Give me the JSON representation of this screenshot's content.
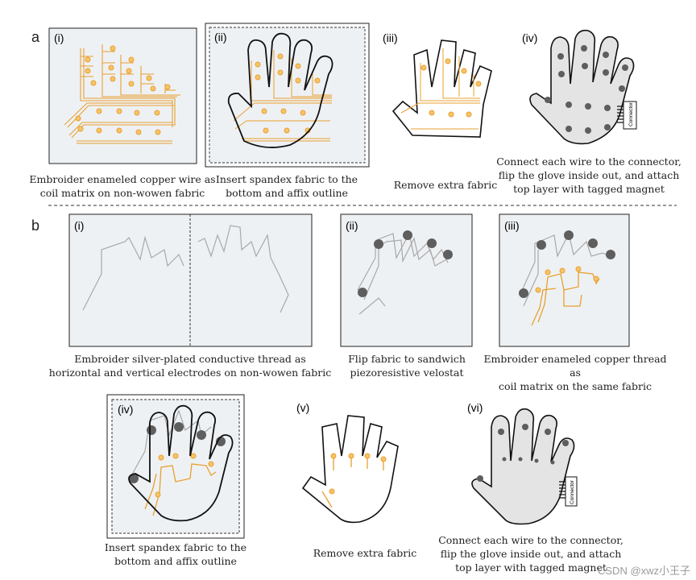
{
  "row_a": {
    "label": "a",
    "panels": [
      {
        "id": "(i)",
        "caption": [
          "Embroider enameled copper wire as",
          "coil matrix on non-wowen fabric"
        ]
      },
      {
        "id": "(ii)",
        "caption": [
          "Insert spandex fabric to the",
          "bottom and affix outline"
        ]
      },
      {
        "id": "(iii)",
        "caption": [
          "Remove extra fabric"
        ]
      },
      {
        "id": "(iv)",
        "caption": [
          "Connect each wire to the connector,",
          "flip the glove inside out, and attach",
          "top layer with tagged magnet"
        ],
        "connector": "Connector"
      }
    ]
  },
  "row_b": {
    "label": "b",
    "panels": [
      {
        "id": "(i)",
        "caption": [
          "Embroider silver-plated conductive thread as",
          "horizontal and vertical electrodes on non-wowen fabric"
        ]
      },
      {
        "id": "(ii)",
        "caption": [
          "Flip fabric to sandwich",
          "piezoresistive velostat"
        ]
      },
      {
        "id": "(iii)",
        "caption": [
          "Embroider enameled copper thread as",
          "coil matrix on the same fabric"
        ]
      },
      {
        "id": "(iv)",
        "caption": [
          "Insert spandex fabric to the",
          "bottom and affix outline"
        ]
      },
      {
        "id": "(v)",
        "caption": [
          "Remove extra fabric"
        ]
      },
      {
        "id": "(vi)",
        "caption": [
          "Connect each wire to the connector,",
          "flip the glove inside out, and attach",
          "top layer with tagged magnet"
        ],
        "connector": "Connector"
      }
    ]
  },
  "watermark": "CSDN @xwz小王子",
  "colors": {
    "copper": "#E8A030",
    "silver": "#A8A8A8",
    "panel_bg": "#EEF1F4",
    "outline": "#111111",
    "magnet": "#5E5E5E",
    "glove_fill": "#E4E4E4"
  }
}
